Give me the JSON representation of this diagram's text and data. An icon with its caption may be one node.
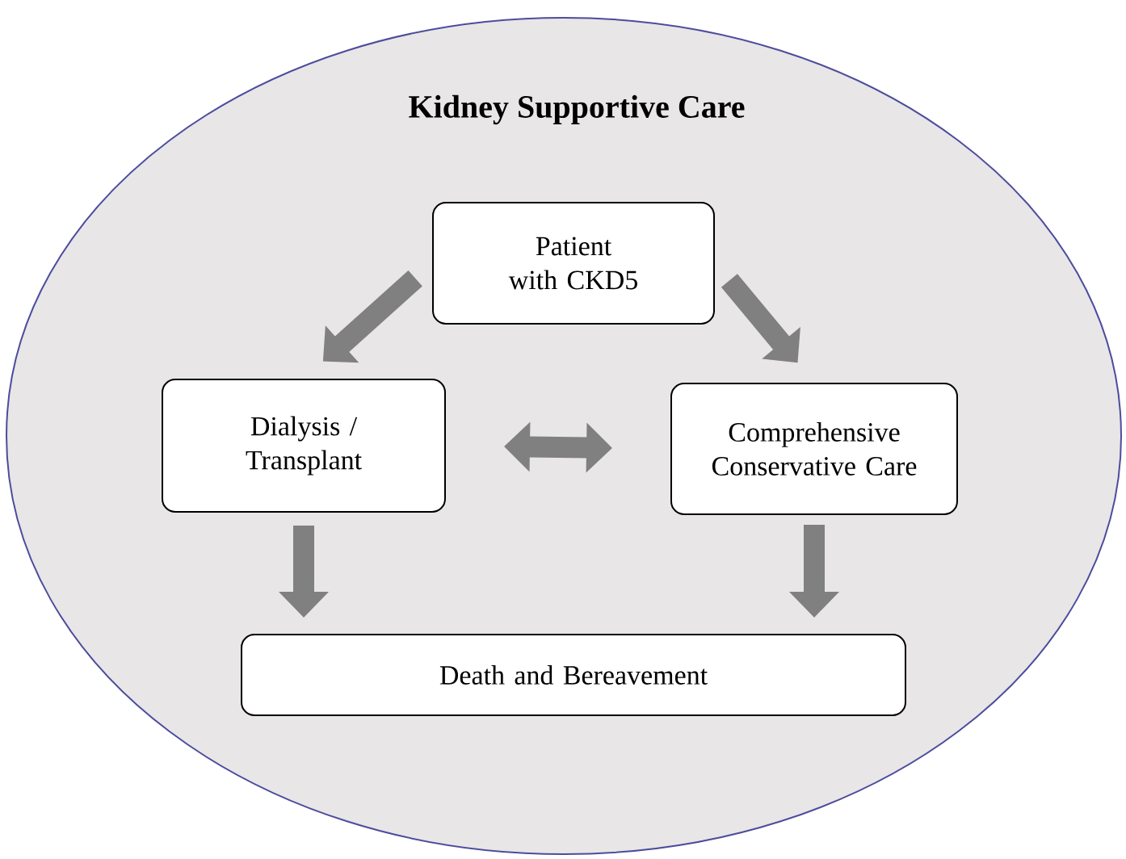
{
  "diagram": {
    "nodes": [
      {
        "text": [
          "Kidney Supportive Care"
        ]
      },
      {
        "text": [
          "Patient with CKD5"
        ],
        "in": 0
      },
      {
        "text": [
          "Dialysis / Transplant"
        ],
        "in": 0
      },
      {
        "text": [
          "Comprehensive Conservative Care"
        ],
        "in": 0
      },
      {
        "text": [
          "Death and Bereavement"
        ],
        "in": 0
      }
    ],
    "edges": [
      {
        "from": 1,
        "to": 2,
        "arrow": "to"
      },
      {
        "from": 1,
        "to": 3,
        "arrow": "to"
      },
      {
        "from": 2,
        "to": 3,
        "arrow": "both"
      },
      {
        "from": 2,
        "to": 4,
        "arrow": "to"
      },
      {
        "from": 3,
        "to": 4,
        "arrow": "to"
      }
    ]
  }
}
